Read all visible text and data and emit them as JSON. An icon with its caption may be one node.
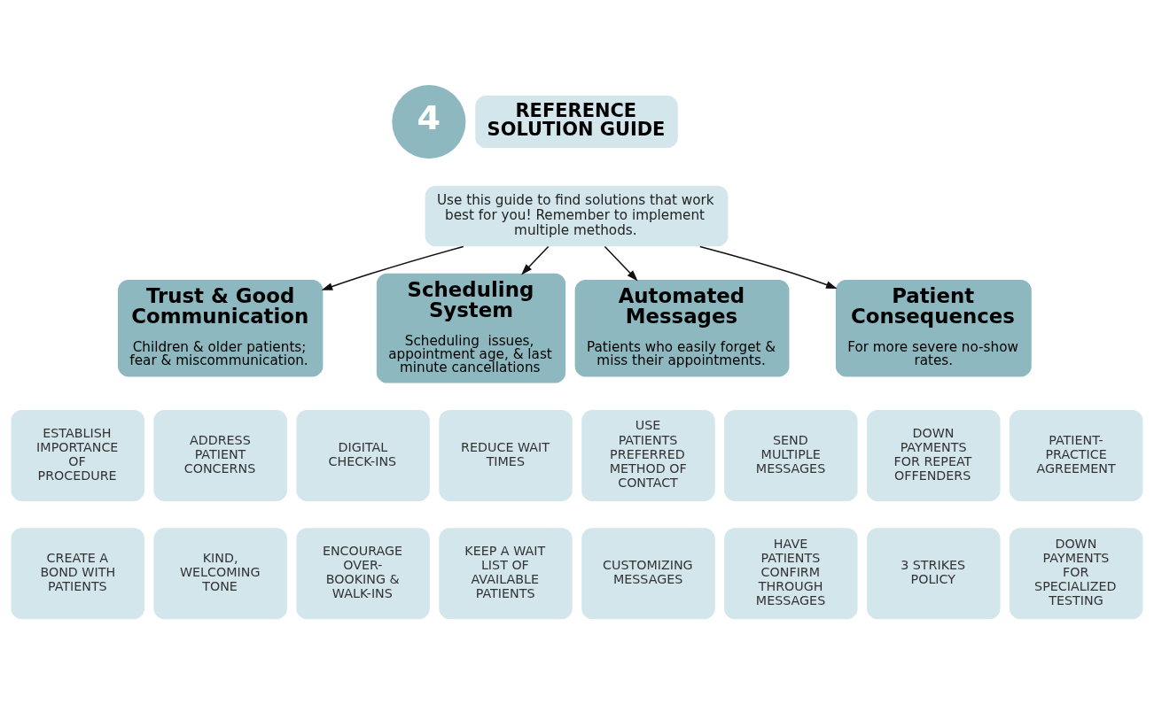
{
  "diagram": {
    "nodes": [
      {
        "text": [
          "4"
        ]
      },
      {
        "text": [
          "REFERENCE SOLUTION GUIDE"
        ]
      },
      {
        "text": [
          "Use this guide to find solutions that work best for you! Remember to implement multiple methods."
        ]
      },
      {
        "text": [
          "Trust & Good Communication",
          "Children & older patients; fear & miscommunication."
        ]
      },
      {
        "text": [
          "Scheduling System",
          "Scheduling  issues, appointment age, & last minute cancellations"
        ]
      },
      {
        "text": [
          "Automated Messages",
          "Patients who easily forget & miss their appointments."
        ]
      },
      {
        "text": [
          "Patient Consequences",
          "For more severe no-show rates."
        ]
      },
      {
        "text": [
          "ESTABLISH IMPORTANCE OF PROCEDURE"
        ]
      },
      {
        "text": [
          "ADDRESS PATIENT CONCERNS"
        ]
      },
      {
        "text": [
          "DIGITAL CHECK-INS"
        ]
      },
      {
        "text": [
          "REDUCE WAIT TIMES"
        ]
      },
      {
        "text": [
          "USE PATIENTS PREFERRED METHOD OF CONTACT"
        ]
      },
      {
        "text": [
          "SEND MULTIPLE MESSAGES"
        ]
      },
      {
        "text": [
          "DOWN PAYMENTS FOR REPEAT OFFENDERS"
        ]
      },
      {
        "text": [
          "PATIENT-PRACTICE AGREEMENT"
        ]
      },
      {
        "text": [
          "CREATE A BOND WITH PATIENTS"
        ]
      },
      {
        "text": [
          "KIND, WELCOMING TONE"
        ]
      },
      {
        "text": [
          "ENCOURAGE OVER-BOOKING & WALK-INS"
        ]
      },
      {
        "text": [
          "KEEP A WAIT LIST OF AVAILABLE PATIENTS"
        ]
      },
      {
        "text": [
          "CUSTOMIZING MESSAGES"
        ]
      },
      {
        "text": [
          "HAVE PATIENTS CONFIRM THROUGH MESSAGES"
        ]
      },
      {
        "text": [
          "3 STRIKES POLICY"
        ]
      },
      {
        "text": [
          "DOWN PAYMENTS FOR SPECIALIZED TESTING"
        ]
      }
    ],
    "edges": [
      {
        "from": 2,
        "to": 3,
        "arrow": "to"
      },
      {
        "from": 2,
        "to": 4,
        "arrow": "to"
      },
      {
        "from": 2,
        "to": 5,
        "arrow": "to"
      },
      {
        "from": 2,
        "to": 6,
        "arrow": "to"
      }
    ]
  }
}
